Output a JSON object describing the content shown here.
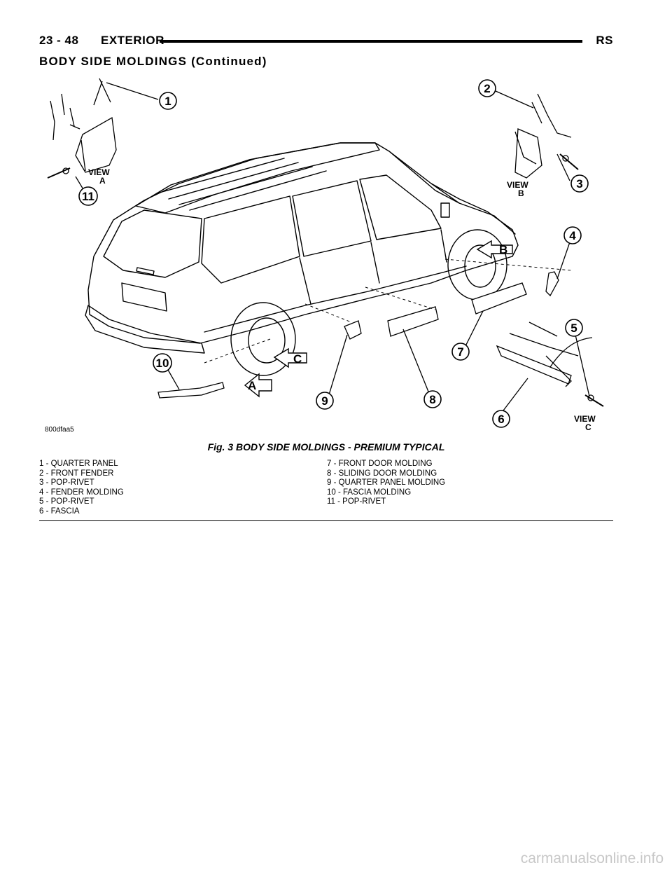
{
  "header": {
    "page_number": "23 - 48",
    "section": "EXTERIOR",
    "code": "RS"
  },
  "section_title": "BODY SIDE MOLDINGS (Continued)",
  "figure": {
    "code": "800dfaa5",
    "callouts": [
      "1",
      "2",
      "3",
      "4",
      "5",
      "6",
      "7",
      "8",
      "9",
      "10",
      "11"
    ],
    "view_labels": {
      "a": {
        "line1": "VIEW",
        "line2": "A"
      },
      "b": {
        "line1": "VIEW",
        "line2": "B"
      },
      "c": {
        "line1": "VIEW",
        "line2": "C"
      }
    },
    "view_arrows": [
      "A",
      "B",
      "C"
    ]
  },
  "caption": "Fig. 3 BODY SIDE MOLDINGS - PREMIUM TYPICAL",
  "legend": {
    "left": [
      "1 - QUARTER PANEL",
      "2 - FRONT FENDER",
      "3 - POP-RIVET",
      "4 - FENDER MOLDING",
      "5 - POP-RIVET",
      "6 - FASCIA"
    ],
    "right": [
      "7 - FRONT DOOR MOLDING",
      "8 - SLIDING DOOR MOLDING",
      "9 - QUARTER PANEL MOLDING",
      "10 - FASCIA MOLDING",
      "11 - POP-RIVET"
    ]
  },
  "watermark": "carmanualsonline.info"
}
